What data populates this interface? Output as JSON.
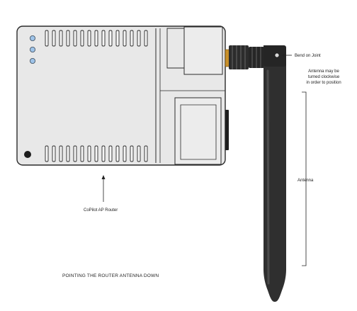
{
  "labels": {
    "bend": "Bend on Joint",
    "rotate_lines": [
      "Antenna may be",
      "turned clockwise",
      "in order to position"
    ],
    "antenna": "Antenna",
    "router": "CoPilot AP Router",
    "caption": "POINTING THE ROUTER ANTENNA DOWN"
  },
  "colors": {
    "router_body": "#e8e8e8",
    "router_outline": "#2b2b2b",
    "antenna_body": "#2f2f2f",
    "connector_gold": "#c8902a",
    "led_blue": "#9ec3e8",
    "annotation_line": "#222222"
  }
}
